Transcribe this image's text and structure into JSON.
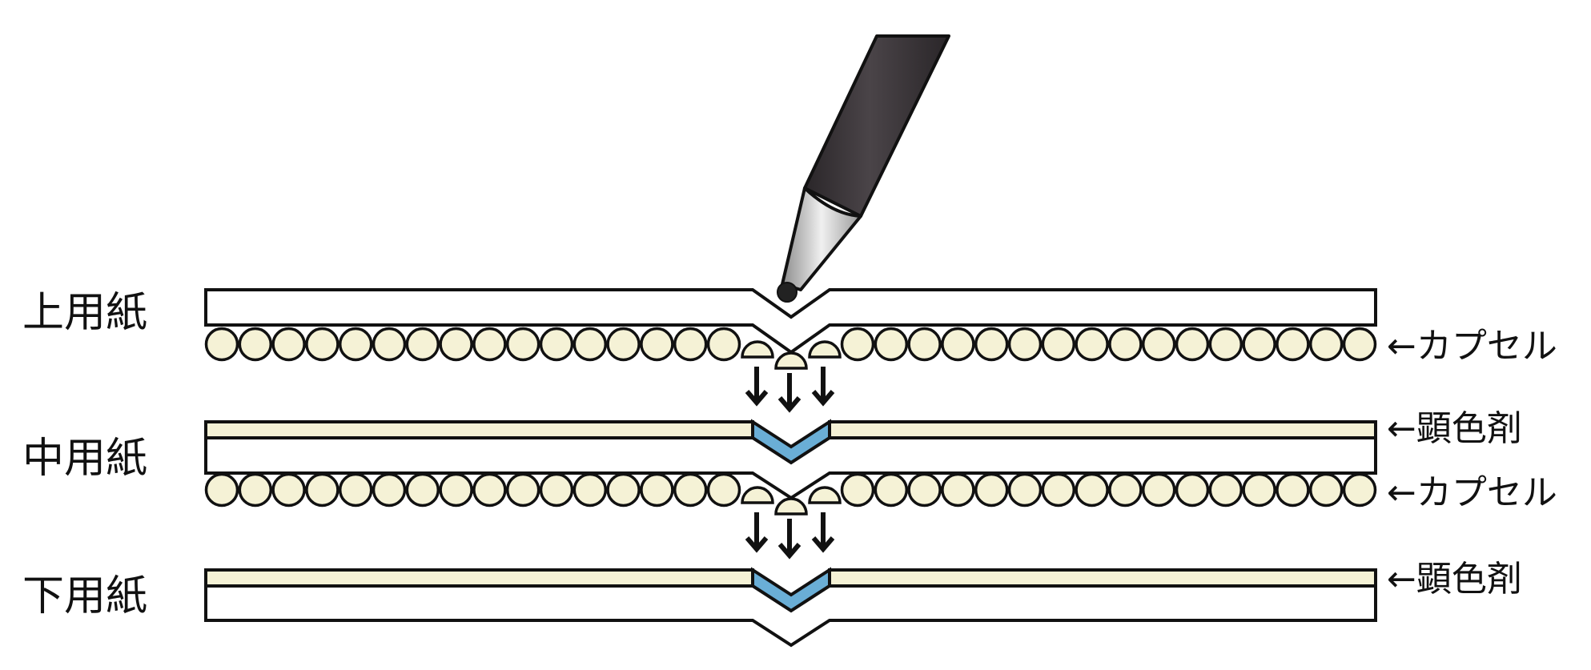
{
  "sheets": {
    "upper": "上用紙",
    "middle": "中用紙",
    "lower": "下用紙"
  },
  "annotations": {
    "capsule_1": "←カプセル",
    "developer_1": "←顕色剤",
    "capsule_2": "←カプセル",
    "developer_2": "←顕色剤"
  },
  "colors": {
    "capsule": "#f5f2d6",
    "developer_layer": "#f5f2d6",
    "developed_color": "#6aaed6",
    "pen_body": "#3a3538",
    "pen_tip": "#c9c9c9",
    "outline": "#111111"
  },
  "icons": {
    "pen": "pen-icon",
    "arrows": "down-arrow-icon"
  }
}
